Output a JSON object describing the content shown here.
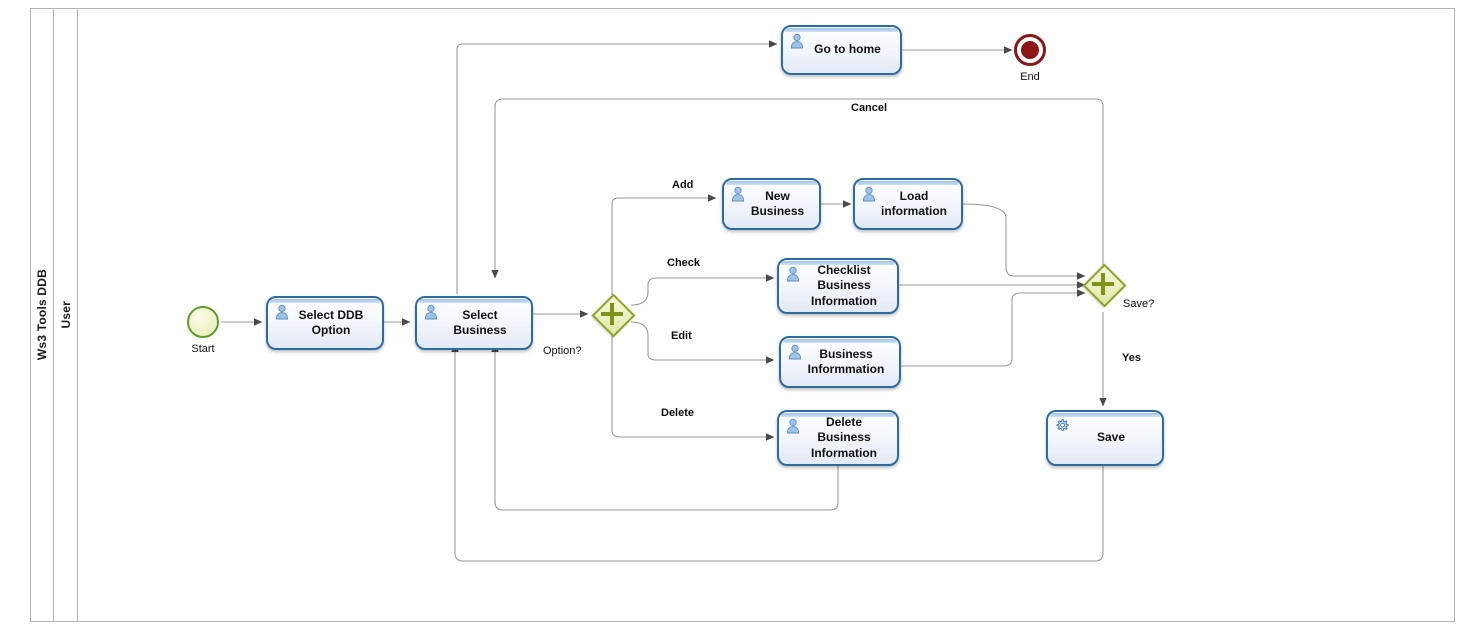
{
  "diagram": {
    "type": "bpmn-process",
    "pool": {
      "name": "Ws3 Tools DDB"
    },
    "lane": {
      "name": "User"
    }
  },
  "events": [
    {
      "id": "start",
      "caption": "Start",
      "kind": "start-event"
    },
    {
      "id": "end",
      "caption": "End",
      "kind": "end-event"
    }
  ],
  "tasks": [
    {
      "id": "go-to-home",
      "label": "Go to home",
      "icon": "user-icon"
    },
    {
      "id": "select-ddb-option",
      "label": "Select DDB\nOption",
      "icon": "user-icon"
    },
    {
      "id": "select-business",
      "label": "Select\nBusiness",
      "icon": "user-icon"
    },
    {
      "id": "new-business",
      "label": "New\nBusiness",
      "icon": "user-icon"
    },
    {
      "id": "load-information",
      "label": "Load\ninformation",
      "icon": "user-icon"
    },
    {
      "id": "checklist-business-information",
      "label": "Checklist\nBusiness\nInformation",
      "icon": "user-icon"
    },
    {
      "id": "business-informmation",
      "label": "Business\nInformmation",
      "icon": "user-icon"
    },
    {
      "id": "delete-business-information",
      "label": "Delete\nBusiness\nInformation",
      "icon": "user-icon"
    },
    {
      "id": "save",
      "label": "Save",
      "icon": "gear-icon"
    }
  ],
  "gateways": [
    {
      "id": "option-gateway",
      "label": "Option?",
      "kind": "parallel-gateway"
    },
    {
      "id": "save-gateway",
      "label": "Save?",
      "kind": "parallel-gateway"
    }
  ],
  "flow_labels": [
    {
      "id": "cancel",
      "text": "Cancel"
    },
    {
      "id": "add",
      "text": "Add"
    },
    {
      "id": "check",
      "text": "Check"
    },
    {
      "id": "edit",
      "text": "Edit"
    },
    {
      "id": "delete",
      "text": "Delete"
    },
    {
      "id": "yes",
      "text": "Yes"
    }
  ],
  "colors": {
    "task_border": "#2b6ca3",
    "task_fill": "#f1f5fc",
    "gateway_border": "#8fa321",
    "gateway_fill": "#eaf0c0",
    "start_border": "#5f9e26",
    "end_border": "#8c1616",
    "end_fill": "#8c1616",
    "connector": "#9a9a9a",
    "pool_border": "#b3b3b3"
  }
}
